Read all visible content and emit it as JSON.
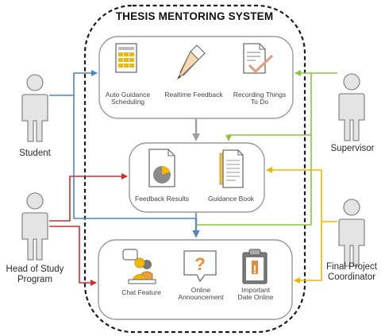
{
  "title": "THESIS MENTORING SYSTEM",
  "actors": {
    "student": "Student",
    "head_line1": "Head of Study",
    "head_line2": "Program",
    "supervisor": "Supervisor",
    "coordinator_line1": "Final Project",
    "coordinator_line2": "Coordinator"
  },
  "features": {
    "auto_guidance_line1": "Auto Guidance",
    "auto_guidance_line2": "Scheduling",
    "realtime_feedback": "Realtime Feedback",
    "recording_line1": "Recording Things",
    "recording_line2": "To Do",
    "feedback_results": "Feedback Results",
    "guidance_book": "Guidance Book",
    "chat_feature": "Chat Feature",
    "online_announcement_line1": "Online",
    "online_announcement_line2": "Announcement",
    "important_date_line1": "Important",
    "important_date_line2": "Date Online"
  },
  "icons": {
    "announcement_mark": "?",
    "important_mark": "!"
  },
  "colors": {
    "student_arrow": "#4a86c6",
    "head_arrow": "#d42a2a",
    "supervisor_arrow": "#8cc63e",
    "coordinator_arrow": "#e8b800",
    "internal_arrow": "#a0a0a0",
    "actor_fill": "#e4e4e4",
    "actor_stroke": "#8a8a8a"
  }
}
